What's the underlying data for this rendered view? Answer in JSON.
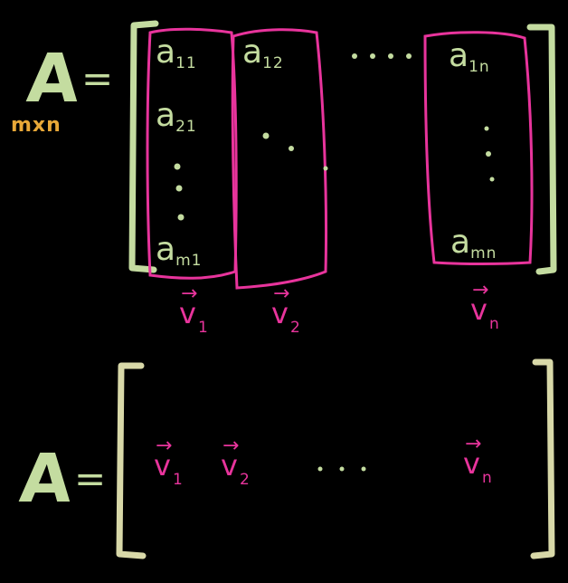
{
  "colors": {
    "background": "#000000",
    "bracket_green": "#c4dca0",
    "bracket_yellow": "#d8d8a8",
    "column_pink": "#e8349c",
    "dimension_orange": "#e8a838"
  },
  "top": {
    "matrix_symbol": "A",
    "equals": "=",
    "dimensions": "mxn",
    "entries": {
      "a11": {
        "base": "a",
        "sub": "11"
      },
      "a21": {
        "base": "a",
        "sub": "21"
      },
      "am1": {
        "base": "a",
        "sub": "m1"
      },
      "a12": {
        "base": "a",
        "sub": "12"
      },
      "a1n": {
        "base": "a",
        "sub": "1n"
      },
      "amn": {
        "base": "a",
        "sub": "mn"
      }
    },
    "column_vectors": [
      {
        "base": "v",
        "arrow": "→",
        "sub": "1"
      },
      {
        "base": "v",
        "arrow": "→",
        "sub": "2"
      },
      {
        "base": "v",
        "arrow": "→",
        "sub": "n"
      }
    ]
  },
  "bottom": {
    "matrix_symbol": "A",
    "equals": "=",
    "row_vectors": [
      {
        "base": "v",
        "arrow": "→",
        "sub": "1"
      },
      {
        "base": "v",
        "arrow": "→",
        "sub": "2"
      },
      {
        "base": "v",
        "arrow": "→",
        "sub": "n"
      }
    ]
  }
}
